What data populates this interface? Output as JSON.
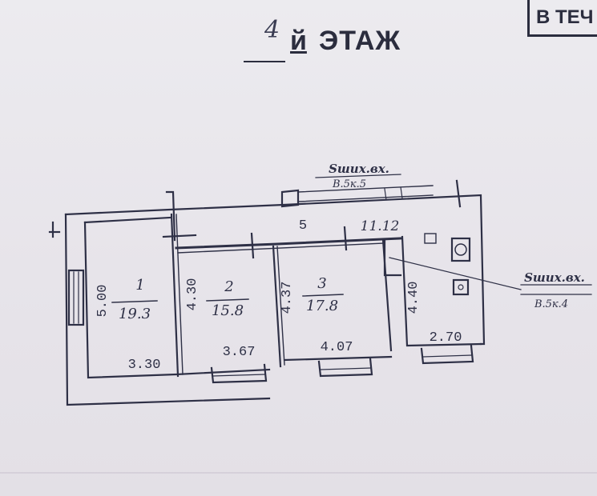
{
  "header": {
    "floor_number": "4",
    "floor_suffix": "й",
    "floor_label": "ЭТАЖ",
    "stamp_text": "В ТЕЧ"
  },
  "plan": {
    "corridor": {
      "label": "5",
      "length": "11.12"
    },
    "rooms": [
      {
        "number": "1",
        "area": "19.3",
        "depth": "5.00",
        "width": "3.30"
      },
      {
        "number": "2",
        "area": "15.8",
        "depth": "4.30",
        "width": "3.67"
      },
      {
        "number": "3",
        "area": "17.8",
        "depth": "4.37",
        "width": "4.07"
      },
      {
        "number": "",
        "area": "",
        "depth": "4.40",
        "width": "2.70"
      }
    ],
    "annotations": {
      "top_note_line1": "Sших.вх.",
      "top_note_line2": "В.5к.5",
      "right_note_line1": "Sших.вх.",
      "right_note_line2": "В.5к.4"
    }
  },
  "colors": {
    "ink": "#2e3046",
    "paper": "#e9e6ec"
  }
}
